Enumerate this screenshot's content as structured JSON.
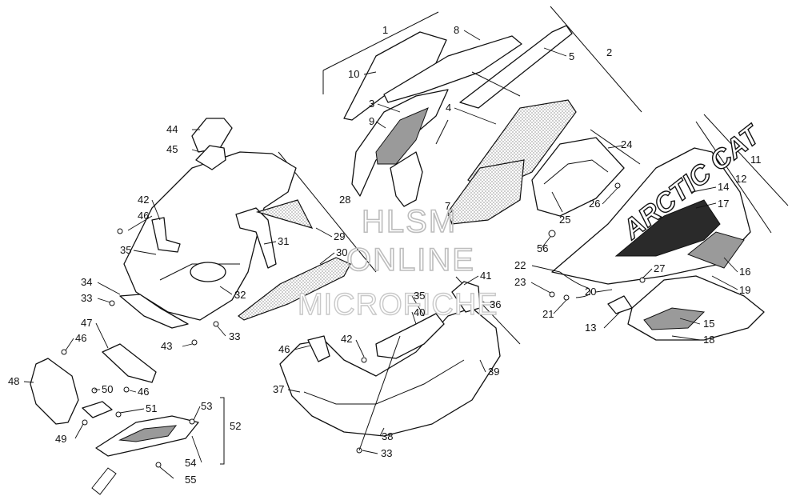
{
  "watermark": {
    "line1": "HLSM",
    "line2": "ONLINE",
    "line3": "MICROFICHE"
  },
  "decal_text": "ARCTIC CAT",
  "callouts": [
    {
      "id": "c1",
      "text": "1"
    },
    {
      "id": "c2",
      "text": "2"
    },
    {
      "id": "c3",
      "text": "3"
    },
    {
      "id": "c4",
      "text": "4"
    },
    {
      "id": "c5",
      "text": "5"
    },
    {
      "id": "c7",
      "text": "7"
    },
    {
      "id": "c8",
      "text": "8"
    },
    {
      "id": "c9",
      "text": "9"
    },
    {
      "id": "c10",
      "text": "10"
    },
    {
      "id": "c11",
      "text": "11"
    },
    {
      "id": "c12",
      "text": "12"
    },
    {
      "id": "c13",
      "text": "13"
    },
    {
      "id": "c14",
      "text": "14"
    },
    {
      "id": "c15",
      "text": "15"
    },
    {
      "id": "c16",
      "text": "16"
    },
    {
      "id": "c17",
      "text": "17"
    },
    {
      "id": "c18",
      "text": "18"
    },
    {
      "id": "c19",
      "text": "19"
    },
    {
      "id": "c20",
      "text": "20"
    },
    {
      "id": "c21",
      "text": "21"
    },
    {
      "id": "c22",
      "text": "22"
    },
    {
      "id": "c23",
      "text": "23"
    },
    {
      "id": "c24",
      "text": "24"
    },
    {
      "id": "c25",
      "text": "25"
    },
    {
      "id": "c26",
      "text": "26"
    },
    {
      "id": "c27",
      "text": "27"
    },
    {
      "id": "c28",
      "text": "28"
    },
    {
      "id": "c29",
      "text": "29"
    },
    {
      "id": "c30",
      "text": "30"
    },
    {
      "id": "c31",
      "text": "31"
    },
    {
      "id": "c32",
      "text": "32"
    },
    {
      "id": "c33a",
      "text": "33"
    },
    {
      "id": "c33b",
      "text": "33"
    },
    {
      "id": "c33c",
      "text": "33"
    },
    {
      "id": "c34",
      "text": "34"
    },
    {
      "id": "c35a",
      "text": "35"
    },
    {
      "id": "c35b",
      "text": "35"
    },
    {
      "id": "c36",
      "text": "36"
    },
    {
      "id": "c37",
      "text": "37"
    },
    {
      "id": "c38",
      "text": "38"
    },
    {
      "id": "c39",
      "text": "39"
    },
    {
      "id": "c40",
      "text": "40"
    },
    {
      "id": "c41",
      "text": "41"
    },
    {
      "id": "c42a",
      "text": "42"
    },
    {
      "id": "c42b",
      "text": "42"
    },
    {
      "id": "c43",
      "text": "43"
    },
    {
      "id": "c44",
      "text": "44"
    },
    {
      "id": "c45",
      "text": "45"
    },
    {
      "id": "c46a",
      "text": "46"
    },
    {
      "id": "c46b",
      "text": "46"
    },
    {
      "id": "c46c",
      "text": "46"
    },
    {
      "id": "c46d",
      "text": "46"
    },
    {
      "id": "c47",
      "text": "47"
    },
    {
      "id": "c48",
      "text": "48"
    },
    {
      "id": "c49",
      "text": "49"
    },
    {
      "id": "c50",
      "text": "50"
    },
    {
      "id": "c51",
      "text": "51"
    },
    {
      "id": "c52",
      "text": "52"
    },
    {
      "id": "c53",
      "text": "53"
    },
    {
      "id": "c54",
      "text": "54"
    },
    {
      "id": "c55",
      "text": "55"
    },
    {
      "id": "c56",
      "text": "56"
    }
  ]
}
